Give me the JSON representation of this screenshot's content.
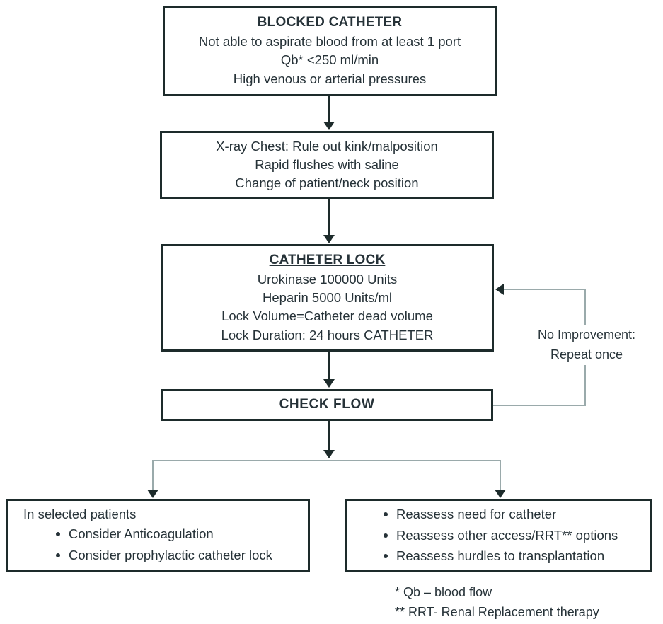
{
  "title": "Blocked Catheter Management Flowchart",
  "colors": {
    "box_border": "#1d2b2b",
    "text": "#263238",
    "connector_dark": "#1d2b2b",
    "connector_faint": "#9aaaab",
    "background": "#ffffff"
  },
  "nodes": {
    "blocked_catheter": {
      "heading": "BLOCKED CATHETER",
      "lines": [
        "Not able to aspirate blood from at least 1 port",
        "Qb* <250 ml/min",
        "High venous or arterial pressures"
      ]
    },
    "initial_assessment": {
      "lines": [
        "X-ray Chest: Rule out kink/malposition",
        "Rapid flushes with saline",
        "Change of patient/neck position"
      ]
    },
    "catheter_lock": {
      "heading": "CATHETER LOCK",
      "lines": [
        "Urokinase 100000 Units",
        "Heparin 5000 Units/ml",
        "Lock Volume=Catheter dead volume",
        "Lock Duration: 24 hours CATHETER"
      ]
    },
    "check_flow": {
      "heading": "CHECK FLOW"
    },
    "selected_patients": {
      "intro": "In selected patients",
      "bullets": [
        "Consider Anticoagulation",
        "Consider prophylactic catheter lock"
      ]
    },
    "reassess": {
      "bullets": [
        "Reassess need for catheter",
        "Reassess other access/RRT** options",
        "Reassess hurdles to transplantation"
      ]
    }
  },
  "edge_labels": {
    "no_improvement_line1": "No Improvement:",
    "no_improvement_line2": "Repeat once"
  },
  "footnotes": [
    "*  Qb – blood flow",
    "** RRT- Renal Replacement therapy"
  ]
}
